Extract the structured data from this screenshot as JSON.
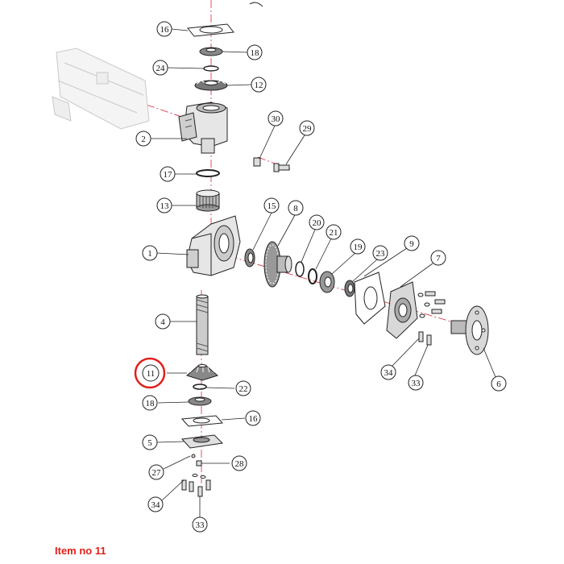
{
  "diagram": {
    "callouts": [
      {
        "id": "16a",
        "label": "16"
      },
      {
        "id": "18a",
        "label": "18"
      },
      {
        "id": "24a",
        "label": "24"
      },
      {
        "id": "12a",
        "label": "12"
      },
      {
        "id": "2a",
        "label": "2"
      },
      {
        "id": "30a",
        "label": "30"
      },
      {
        "id": "29a",
        "label": "29"
      },
      {
        "id": "17a",
        "label": "17"
      },
      {
        "id": "13a",
        "label": "13"
      },
      {
        "id": "15a",
        "label": "15"
      },
      {
        "id": "8a",
        "label": "8"
      },
      {
        "id": "20a",
        "label": "20"
      },
      {
        "id": "21a",
        "label": "21"
      },
      {
        "id": "19a",
        "label": "19"
      },
      {
        "id": "23a",
        "label": "23"
      },
      {
        "id": "9a",
        "label": "9"
      },
      {
        "id": "7a",
        "label": "7"
      },
      {
        "id": "1a",
        "label": "1"
      },
      {
        "id": "4a",
        "label": "4"
      },
      {
        "id": "11a",
        "label": "11"
      },
      {
        "id": "22a",
        "label": "22"
      },
      {
        "id": "18b",
        "label": "18"
      },
      {
        "id": "16b",
        "label": "16"
      },
      {
        "id": "5a",
        "label": "5"
      },
      {
        "id": "27a",
        "label": "27"
      },
      {
        "id": "28a",
        "label": "28"
      },
      {
        "id": "34a",
        "label": "34"
      },
      {
        "id": "33a",
        "label": "33"
      },
      {
        "id": "34b",
        "label": "34"
      },
      {
        "id": "33b",
        "label": "33"
      },
      {
        "id": "6a",
        "label": "6"
      }
    ],
    "highlighted_item": "11",
    "highlight_color": "#e0201b",
    "centerline_color": "#d9263a",
    "caption": "Item no 11"
  }
}
